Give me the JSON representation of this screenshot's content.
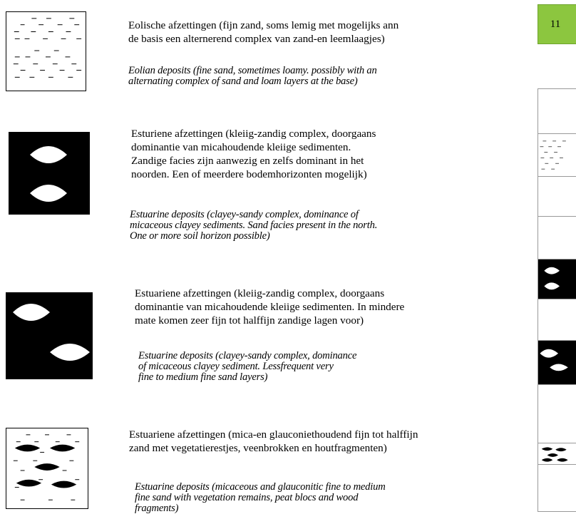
{
  "legend": [
    {
      "dutch": [
        "Eolische afzettingen (fijn zand, soms lemig met mogelijks ann",
        "de basis een alternerend complex van zand-en leemlaagjes)"
      ],
      "english": [
        "Eolian deposits (fine sand, sometimes loamy. possibly with an",
        "alternating complex of sand and loam layers at the base)"
      ],
      "pattern": "dashes"
    },
    {
      "dutch": [
        "Esturiene afzettingen (kleiig-zandig complex, doorgaans",
        "dominantie van micahoudende kleiige sedimenten.",
        "Zandige facies zijn aanwezig en zelfs dominant in het",
        "noorden. Een of meerdere bodemhorizonten mogelijk)"
      ],
      "english": [
        "Estuarine deposits (clayey-sandy complex, dominance of",
        "micaceous clayey sediments. Sand facies present in the north.",
        "One or more soil horizon possible)"
      ],
      "pattern": "black-lenses-stacked"
    },
    {
      "dutch": [
        "Estuariene afzettingen (kleiig-zandig complex, doorgaans",
        "dominantie van micahoudende kleiige sedimenten. In mindere",
        "mate komen zeer fijn tot halffijn zandige lagen voor)"
      ],
      "english": [
        "Estuarine deposits (clayey-sandy complex, dominance",
        "of micaceous clayey sediment. Lessfrequent very",
        "fine to medium fine sand layers)"
      ],
      "pattern": "black-lenses-offset"
    },
    {
      "dutch": [
        "Estuariene afzettingen (mica-en glauconiethoudend fijn tot halffijn",
        "zand met vegetatierestjes, veenbrokken en houtfragmenten)"
      ],
      "english": [
        "Estuarine deposits (micaceous and glauconitic fine to medium",
        "fine sand with vegetation remains, peat blocs and wood",
        "fragments)"
      ],
      "pattern": "dashes-with-lenses"
    }
  ],
  "column": {
    "badge": "11",
    "badge_color": "#8cc63f"
  }
}
